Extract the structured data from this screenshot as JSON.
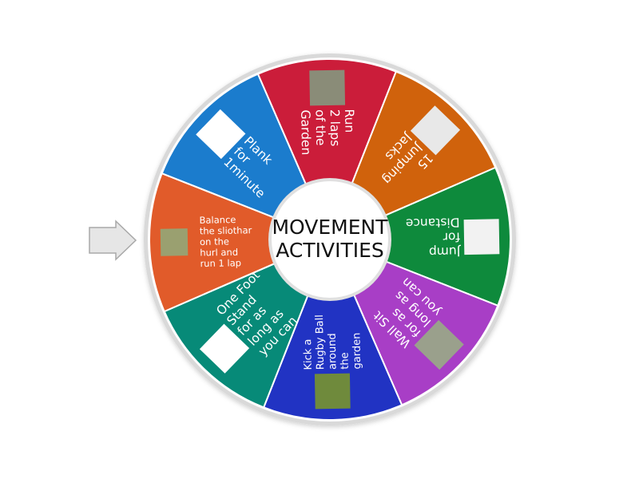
{
  "wheel": {
    "center_title_lines": [
      "MOVEMENT",
      "ACTIVITIES"
    ],
    "segments": [
      {
        "lines": [
          "Run",
          "2 laps",
          "of the",
          "Garden"
        ],
        "color": "#cb1d3a",
        "image": "running-photo",
        "img_bg": "#8a8c78"
      },
      {
        "lines": [
          "15",
          "Jumping",
          "Jacks"
        ],
        "color": "#d0620c",
        "image": "jumping-jacks-photo",
        "img_bg": "#e8e8e8"
      },
      {
        "lines": [
          "Jump",
          "for",
          "Distance"
        ],
        "color": "#0e8a3c",
        "image": "long-jump-photo",
        "img_bg": "#f2f2f2"
      },
      {
        "lines": [
          "Wall Sit",
          "for as",
          "long as",
          "you can"
        ],
        "color": "#a83ec6",
        "image": "wall-sit-photo",
        "img_bg": "#9aa08c"
      },
      {
        "lines": [
          "Kick a",
          "Rugby Ball",
          "around",
          "the",
          "garden"
        ],
        "color": "#2133c3",
        "image": "rugby-ball-photo",
        "img_bg": "#6f8a3c"
      },
      {
        "lines": [
          "One Foot",
          "Stand",
          "for as",
          "long as",
          "you can"
        ],
        "color": "#078a78",
        "image": "one-foot-stand-silhouette",
        "img_bg": "#ffffff"
      },
      {
        "lines": [
          "Balance",
          "the sliothar",
          "on the",
          "hurl and",
          "run 1 lap"
        ],
        "color": "#e15b2a",
        "image": "hurl-sliothar-photo",
        "img_bg": "#9aa070"
      },
      {
        "lines": [
          "Plank",
          "for",
          "1minute"
        ],
        "color": "#1b7ccd",
        "image": "plank-photo",
        "img_bg": "#ffffff"
      }
    ]
  },
  "pointer": {
    "icon": "arrow-right-icon",
    "color": "#e6e6e6"
  }
}
